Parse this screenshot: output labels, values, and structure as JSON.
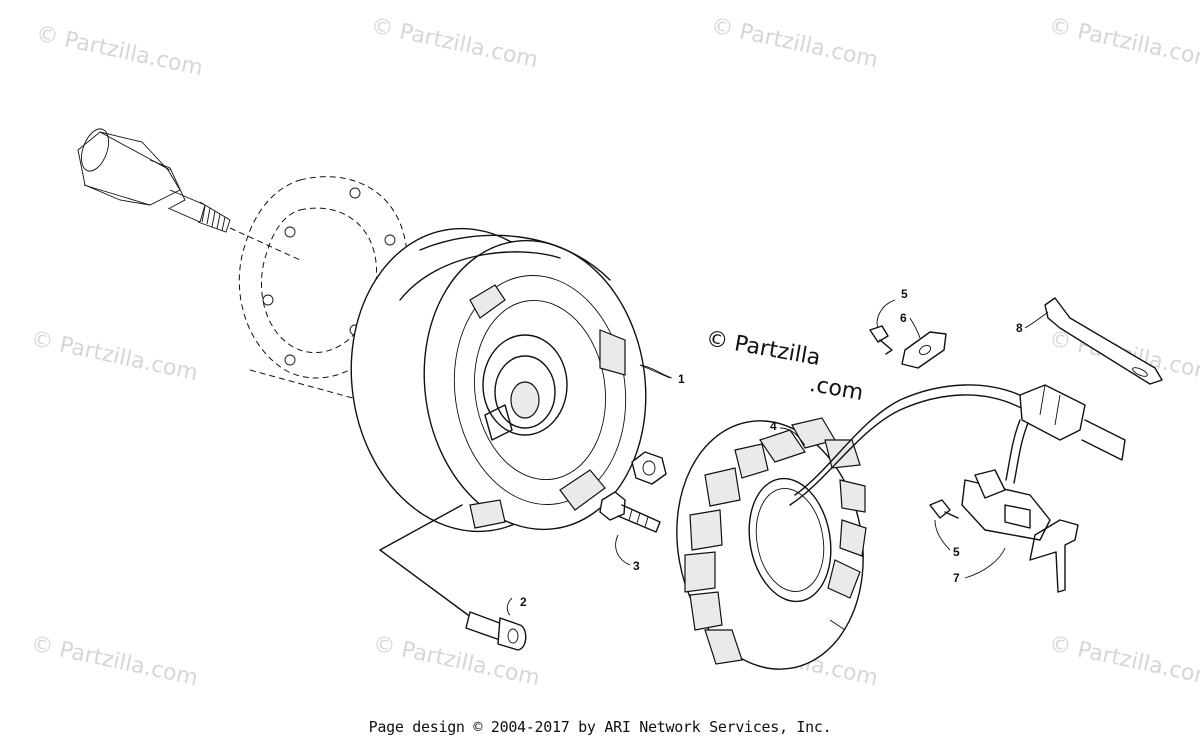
{
  "watermark": {
    "text": "© Partzilla.com"
  },
  "center_copyright": {
    "line1": "© Partzilla",
    "line2": ".com"
  },
  "callouts": {
    "flywheel": "1",
    "cap_screw": "2",
    "bolt": "3",
    "stator": "4",
    "screw_upper": "5",
    "gasket": "6",
    "screw_lower": "5",
    "trigger_coil": "7",
    "clip": "8"
  },
  "footer": {
    "text": "Page design © 2004-2017 by ARI Network Services, Inc."
  }
}
